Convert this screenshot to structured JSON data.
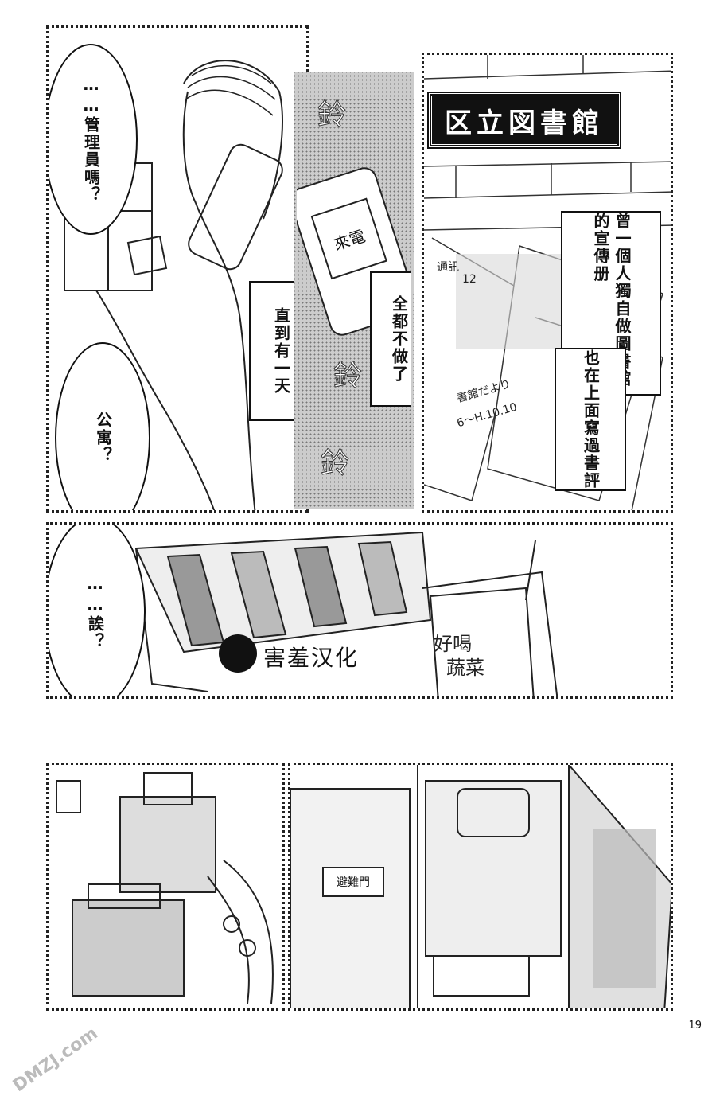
{
  "panel1": {
    "bubble_top_left": "……管理員嗎？",
    "bubble_mid_left": "公寓？",
    "phone_screen": "來電",
    "sfx_ring": "鈴",
    "box_until": "直到有一天",
    "box_stopped": "全都不做了"
  },
  "panel2": {
    "sign": "区立図書館",
    "tag_newsletter": "通訊",
    "tag_newsletter_num": "12",
    "tag_library": "書館だより",
    "tag_library_date": "6～H.10.10",
    "box_brochure": "曾一個人獨自做圖書館的宣傳册",
    "box_reviews": "也在上面寫過書評"
  },
  "panel3": {
    "bubble_eh": "……誒？",
    "juice_label": "好喝",
    "juice_label2": "蔬菜",
    "watermark": "害羞汉化"
  },
  "panel4": {
    "door_sign": "避難門"
  },
  "page_number": "19",
  "site_logo": "DMZJ.com"
}
